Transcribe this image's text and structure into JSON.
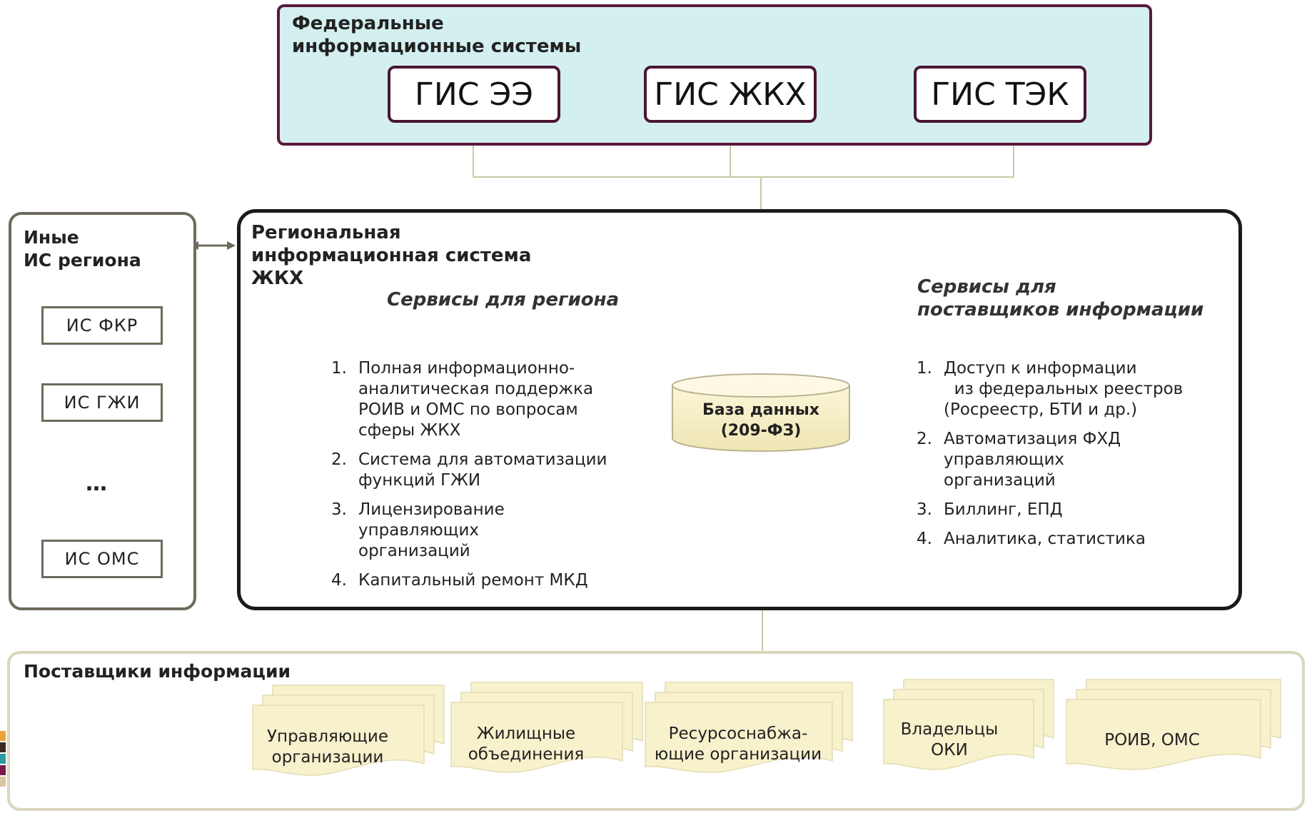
{
  "federal": {
    "title": "Федеральные\nинформационные системы",
    "systems": [
      "ГИС ЭЭ",
      "ГИС ЖКХ",
      "ГИС ТЭК"
    ]
  },
  "other_is": {
    "title": "Иные\nИС региона",
    "items": [
      "ИС  ФКР",
      "ИС  ГЖИ",
      "…",
      "ИС  ОМС"
    ]
  },
  "regional": {
    "title": "Региональная\nинформационная система\nЖКХ",
    "left_services": {
      "title": "Сервисы для региона",
      "items": [
        {
          "num": "1.",
          "text": "Полная информационно-\nаналитическая поддержка\nРОИВ  и ОМС по вопросам\nсферы ЖКХ"
        },
        {
          "num": "2.",
          "text": "Система для автоматизации\nфункций ГЖИ"
        },
        {
          "num": "3.",
          "text": "Лицензирование управляющих\nорганизаций"
        },
        {
          "num": "4.",
          "text": "Капитальный ремонт МКД"
        }
      ]
    },
    "right_services": {
      "title": "Сервисы для\nпоставщиков информации",
      "items": [
        {
          "num": "1.",
          "text": "Доступ к информации\n  из федеральных реестров\n(Росреестр, БТИ и др.)"
        },
        {
          "num": "2.",
          "text": "Автоматизация ФХД\nуправляющих организаций"
        },
        {
          "num": "3.",
          "text": "Биллинг, ЕПД"
        },
        {
          "num": "4.",
          "text": "Аналитика, статистика"
        }
      ]
    },
    "database": "База данных\n(209-ФЗ)"
  },
  "suppliers": {
    "title": "Поставщики информации",
    "items": [
      "Управляющие\nорганизации",
      "Жилищные\nобъединения",
      "Ресурсоснабжа-\nющие организации",
      "Владельцы\nОКИ",
      "РОИВ, ОМС"
    ]
  },
  "colors": {
    "federal_fill": "#d3eff0",
    "federal_border": "#5a1a3c",
    "connector": "#c9c7a6",
    "document_fill": "#f7f1cc",
    "regional_border": "#1a1a1a"
  }
}
